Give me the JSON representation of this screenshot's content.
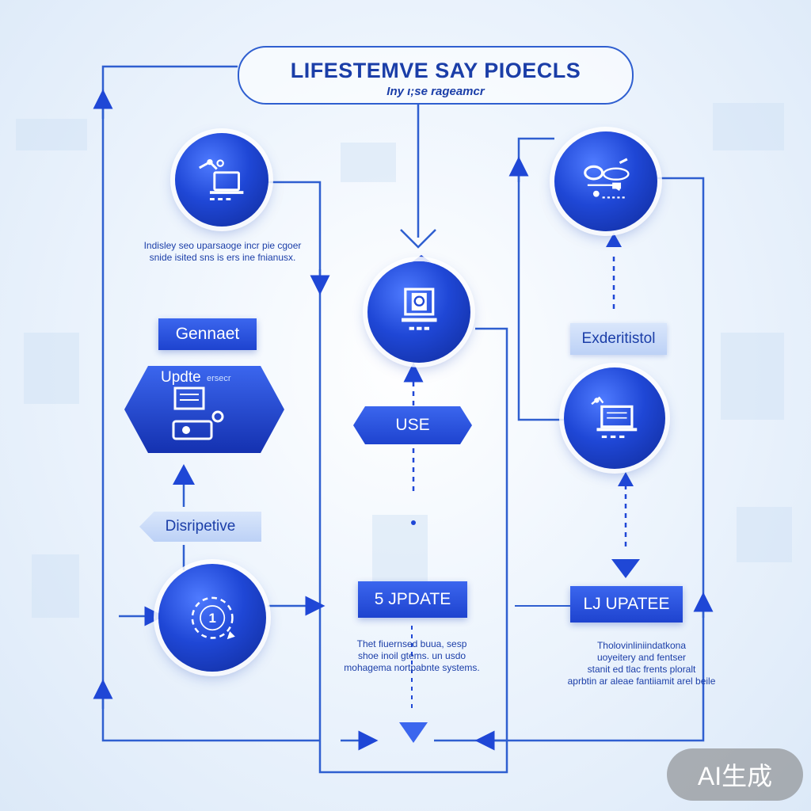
{
  "colors": {
    "primary": "#1f47d6",
    "deep": "#0f2a98",
    "line": "#2f5fd0",
    "light_label": "#c9dbf8",
    "background": "#eef5fd"
  },
  "title": {
    "main": "LIFESTEMVE SAY PIOECLS",
    "sub": "Iny ι;se ragеamcr"
  },
  "nodes": {
    "top_left_icon": "laptop-robot-arm-icon",
    "top_right_icon": "tools-cables-icon",
    "center_icon": "monitor-document-icon",
    "right_mid_icon": "laptop-tool-icon",
    "bottom_left_icon": "cycle-one-icon",
    "hex_icon": "document-tools-icon"
  },
  "captions": {
    "top_left": [
      "Indisley seo uparsaoge incr pie cgoer",
      "snide isited sns is ers ine fnianusx."
    ],
    "bottom_center": [
      "Thet fiuernsed buua, sesp",
      "shoe inoil gtems. un usdo",
      "mohagema nortpabnte systems."
    ],
    "bottom_right": [
      "Tholovinliniindatkona",
      "uoyeitery and fentser",
      "stanit ed tlac frents ploralt",
      "aprbtin ar aleae fantiiamit arel beile"
    ]
  },
  "labels": {
    "gennaet": "Gennaet",
    "update_hex": "Updte",
    "update_hex_small": "ersecr",
    "disripetive": "Disripetive",
    "use": "USE",
    "jpdate": "5  JPDATE",
    "exderitistol": "Exderitistol",
    "upatee": "LJ UPATEE"
  },
  "badge": "AI生成"
}
